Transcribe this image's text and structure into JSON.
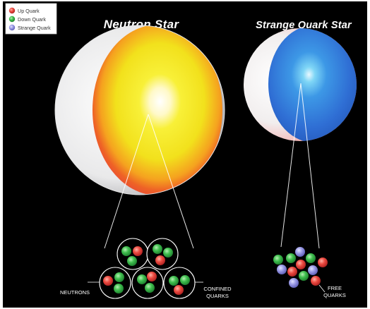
{
  "legend": {
    "items": [
      {
        "label": "Up Quark",
        "color": "#e8423f"
      },
      {
        "label": "Down Quark",
        "color": "#36b34a"
      },
      {
        "label": "Strange Quark",
        "color": "#8f8fe0"
      }
    ]
  },
  "titles": {
    "neutron_star": "Neutron Star",
    "strange_star": "Strange Quark Star"
  },
  "labels": {
    "neutrons": "NEUTRONS",
    "confined_quarks_line1": "CONFINED",
    "confined_quarks_line2": "QUARKS",
    "free_quarks_line1": "FREE",
    "free_quarks_line2": "QUARKS"
  },
  "colors": {
    "background": "#000000",
    "neutron_core": "#f6ee1e",
    "neutron_rim": "#e8413a",
    "strange_core": "#2f72d6",
    "shell": "#f2f2f2"
  }
}
